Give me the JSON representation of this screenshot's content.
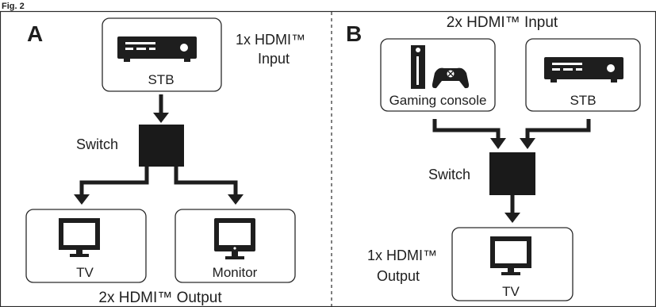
{
  "figure_label": "Fig. 2",
  "panel_a": {
    "letter": "A",
    "input_label_line1": "1x HDMI™",
    "input_label_line2": "Input",
    "source_label": "STB",
    "switch_label": "Switch",
    "output_1_label": "TV",
    "output_2_label": "Monitor",
    "output_caption": "2x HDMI™ Output"
  },
  "panel_b": {
    "letter": "B",
    "input_caption": "2x HDMI™ Input",
    "source_1_label": "Gaming console",
    "source_2_label": "STB",
    "switch_label": "Switch",
    "output_label_line1": "1x HDMI™",
    "output_label_line2": "Output",
    "output_1_label": "TV"
  },
  "colors": {
    "ink": "#1e1e1e",
    "border": "#2a2a2a",
    "background": "#ffffff"
  },
  "icons": [
    "set-top-box-icon",
    "tv-icon",
    "monitor-icon",
    "game-console-icon",
    "gamepad-icon"
  ]
}
